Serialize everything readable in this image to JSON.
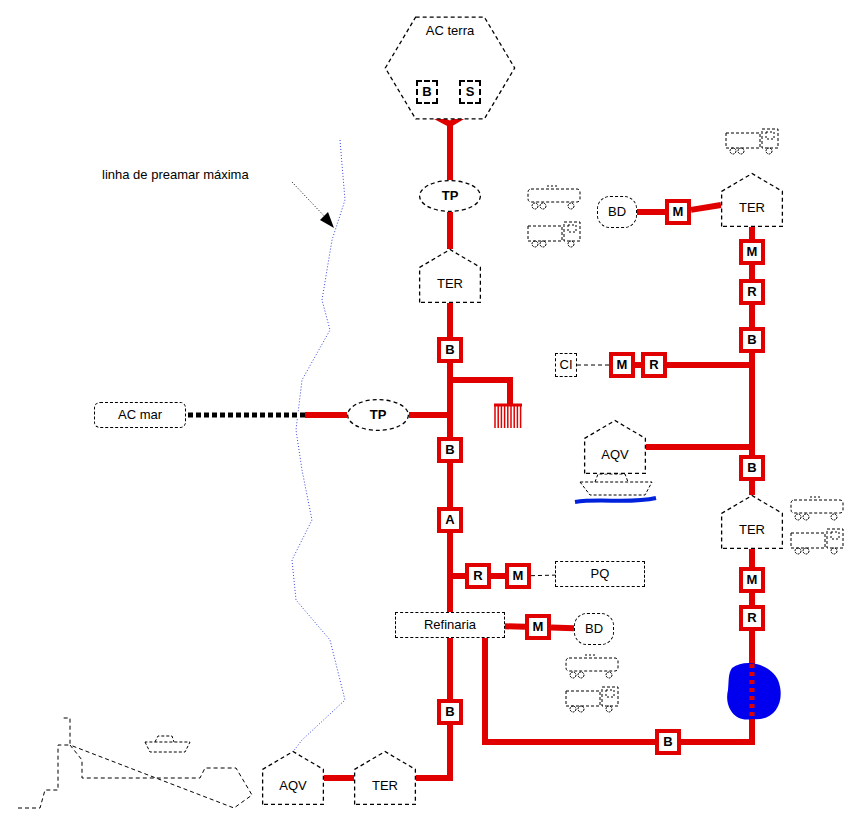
{
  "diagram": {
    "nodes": [
      {
        "text": [
          "AC terra"
        ]
      },
      {
        "text": [
          "B"
        ],
        "in": 0
      },
      {
        "text": [
          "S"
        ],
        "in": 0
      },
      {
        "text": [
          "TP"
        ]
      },
      {
        "text": [
          "TER"
        ]
      },
      {
        "text": [
          "B"
        ]
      },
      {
        "text": [
          "TP"
        ]
      },
      {
        "text": [
          "AC mar"
        ]
      },
      {
        "text": [
          "B"
        ]
      },
      {
        "text": [
          "A"
        ]
      },
      {
        "text": [
          "R"
        ]
      },
      {
        "text": [
          "M"
        ]
      },
      {
        "text": [
          "PQ"
        ]
      },
      {
        "text": [
          "Refinaria"
        ]
      },
      {
        "text": [
          "M"
        ]
      },
      {
        "text": [
          "BD"
        ]
      },
      {
        "text": [
          "B"
        ]
      },
      {
        "text": [
          "TER"
        ]
      },
      {
        "text": [
          "AQV"
        ]
      },
      {
        "text": [
          "B"
        ]
      },
      {
        "text": [
          "BD"
        ]
      },
      {
        "text": [
          "M"
        ]
      },
      {
        "text": [
          "TER"
        ]
      },
      {
        "text": [
          "M"
        ]
      },
      {
        "text": [
          "R"
        ]
      },
      {
        "text": [
          "B"
        ]
      },
      {
        "text": [
          "CI"
        ]
      },
      {
        "text": [
          "M"
        ]
      },
      {
        "text": [
          "R"
        ]
      },
      {
        "text": [
          "AQV"
        ]
      },
      {
        "text": [
          "B"
        ]
      },
      {
        "text": [
          "TER"
        ]
      },
      {
        "text": [
          "M"
        ]
      },
      {
        "text": [
          "R"
        ]
      }
    ],
    "edges": [
      {
        "from": 1,
        "to": 3,
        "arrow": "none"
      },
      {
        "from": 2,
        "to": 3,
        "arrow": "none"
      },
      {
        "from": 3,
        "to": 4,
        "arrow": "none"
      },
      {
        "from": 4,
        "to": 5,
        "arrow": "none"
      },
      {
        "from": 5,
        "to": 8,
        "arrow": "none"
      },
      {
        "from": 7,
        "to": 6,
        "arrow": "none"
      },
      {
        "from": 6,
        "to": 8,
        "arrow": "none"
      },
      {
        "from": 8,
        "to": 9,
        "arrow": "none"
      },
      {
        "from": 9,
        "to": 13,
        "arrow": "none"
      },
      {
        "from": 9,
        "to": 10,
        "arrow": "none"
      },
      {
        "from": 10,
        "to": 11,
        "arrow": "none"
      },
      {
        "from": 11,
        "to": 12,
        "arrow": "none"
      },
      {
        "from": 13,
        "to": 14,
        "arrow": "none"
      },
      {
        "from": 14,
        "to": 15,
        "arrow": "none"
      },
      {
        "from": 13,
        "to": 16,
        "arrow": "none"
      },
      {
        "from": 16,
        "to": 17,
        "arrow": "none"
      },
      {
        "from": 17,
        "to": 18,
        "arrow": "none"
      },
      {
        "from": 13,
        "to": 19,
        "arrow": "none"
      },
      {
        "from": 19,
        "to": 33,
        "arrow": "none"
      },
      {
        "from": 20,
        "to": 21,
        "arrow": "none"
      },
      {
        "from": 21,
        "to": 22,
        "arrow": "none"
      },
      {
        "from": 22,
        "to": 23,
        "arrow": "none"
      },
      {
        "from": 23,
        "to": 24,
        "arrow": "none"
      },
      {
        "from": 24,
        "to": 25,
        "arrow": "none"
      },
      {
        "from": 25,
        "to": 30,
        "arrow": "none"
      },
      {
        "from": 26,
        "to": 27,
        "arrow": "none"
      },
      {
        "from": 27,
        "to": 28,
        "arrow": "none"
      },
      {
        "from": 28,
        "to": 30,
        "arrow": "none"
      },
      {
        "from": 29,
        "to": 30,
        "arrow": "none"
      },
      {
        "from": 30,
        "to": 31,
        "arrow": "none"
      },
      {
        "from": 31,
        "to": 32,
        "arrow": "none"
      },
      {
        "from": 32,
        "to": 33,
        "arrow": "none"
      }
    ],
    "labels": [
      "linha de preamar máxima"
    ]
  }
}
